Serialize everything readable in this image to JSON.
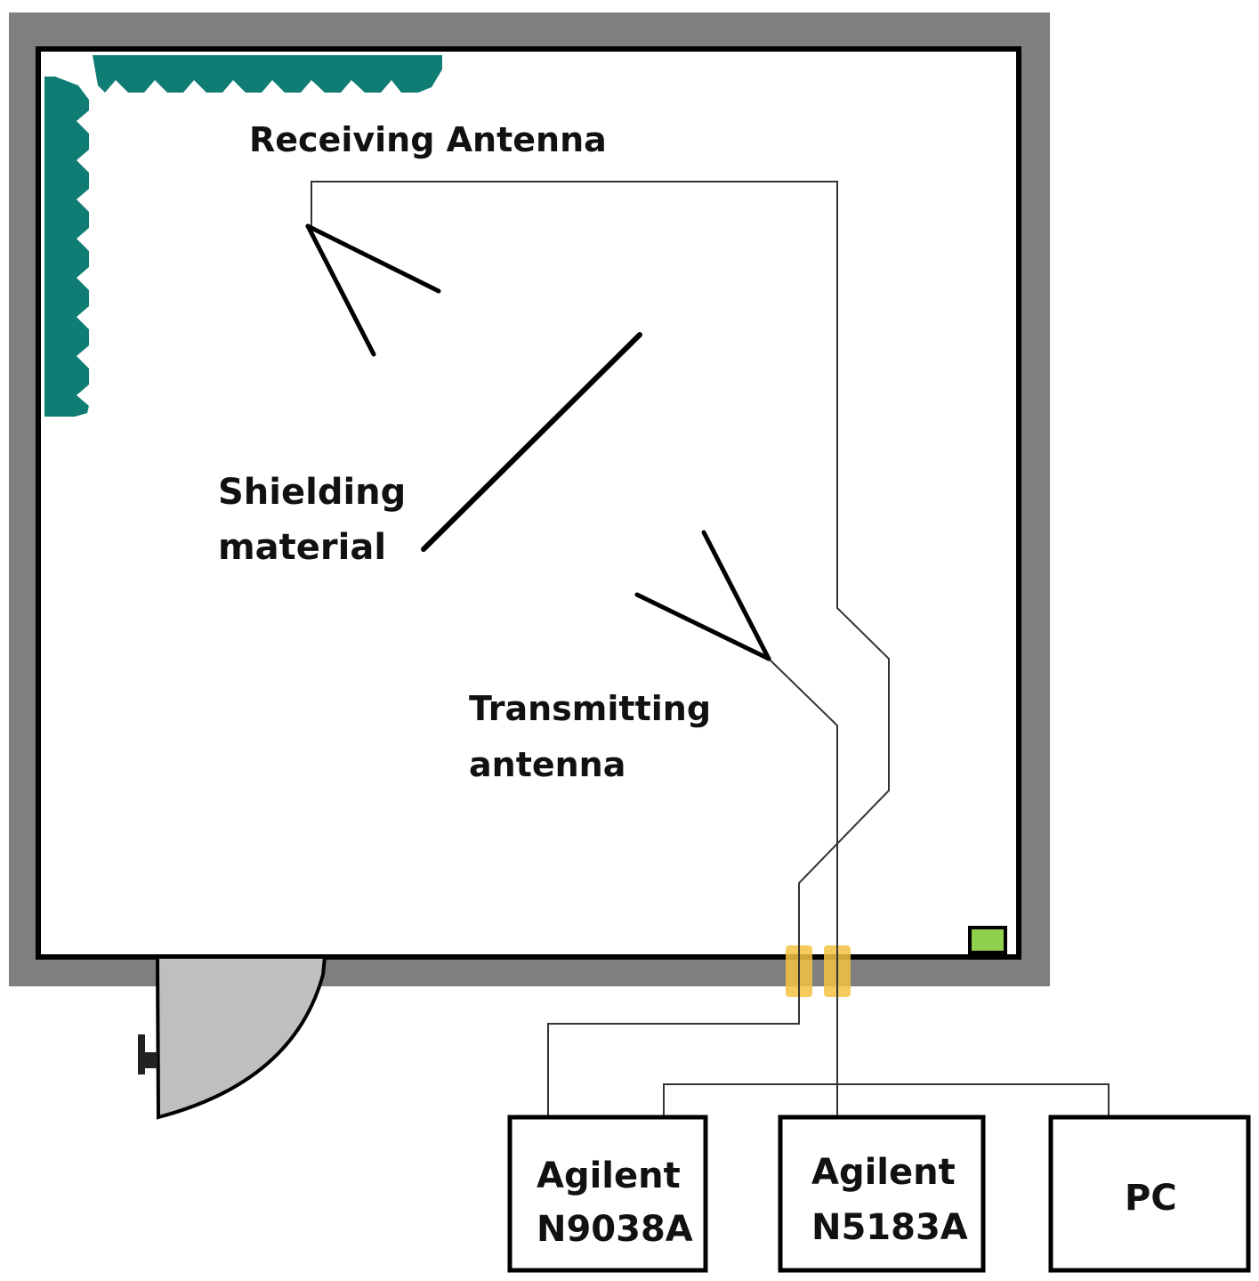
{
  "labels": {
    "receiving_antenna": "Receiving Antenna",
    "shielding_line1": "Shielding",
    "shielding_line2": "material",
    "transmitting_line1": "Transmitting",
    "transmitting_line2": "antenna"
  },
  "instruments": {
    "analyzer_line1": "Agilent",
    "analyzer_line2": "N9038A",
    "generator_line1": "Agilent",
    "generator_line2": "N5183A",
    "pc": "PC"
  },
  "colors": {
    "wall": "#7f7f7f",
    "absorber": "#0f7d73",
    "door": "#bfbfbf",
    "connector": "#f5c242",
    "indicator": "#8fd14f"
  }
}
